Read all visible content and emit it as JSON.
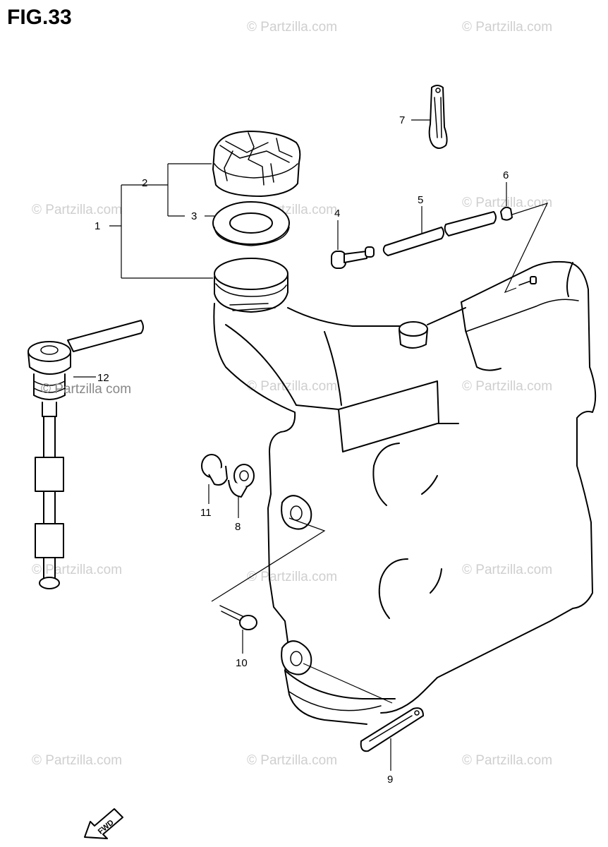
{
  "figure": {
    "title": "FIG.33",
    "watermark": "© Partzilla.com",
    "watermark_alt": "© Partzilla com",
    "fwd_label": "FWD",
    "callouts": {
      "c1": "1",
      "c2": "2",
      "c3": "3",
      "c4": "4",
      "c5": "5",
      "c6": "6",
      "c7": "7",
      "c8": "8",
      "c9": "9",
      "c10": "10",
      "c11": "11",
      "c12": "12"
    }
  },
  "colors": {
    "line": "#000000",
    "watermark": "#cfcfcf",
    "background": "#ffffff"
  }
}
